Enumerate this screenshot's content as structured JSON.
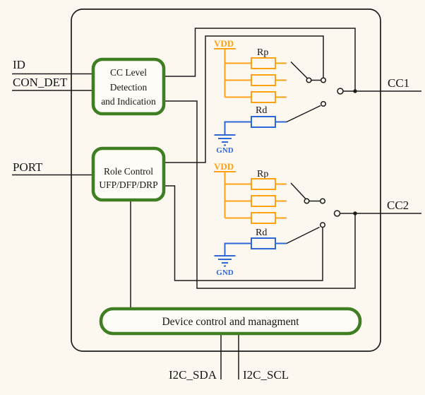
{
  "colors": {
    "bg": "#fcf8f0",
    "line": "#1c1c1c",
    "green": "#3f7e23",
    "orange": "#ffa113",
    "blue": "#2f67d8",
    "boxfill": "#fefcf6"
  },
  "pins": {
    "id": "ID",
    "con_det": "CON_DET",
    "port": "PORT",
    "cc1": "CC1",
    "cc2": "CC2",
    "i2c_sda": "I2C_SDA",
    "i2c_scl": "I2C_SCL"
  },
  "blocks": {
    "cc_level": {
      "l1": "CC Level",
      "l2": "Detection",
      "l3": "and Indication"
    },
    "role_control": {
      "l1": "Role Control",
      "l2": "UFP/DFP/DRP"
    },
    "device_control": {
      "label": "Device control and managment"
    }
  },
  "upper": {
    "vdd": "VDD",
    "rp": "Rp",
    "rd": "Rd",
    "gnd": "GND"
  },
  "lower": {
    "vdd": "VDD",
    "rp": "Rp",
    "rd": "Rd",
    "gnd": "GND"
  }
}
